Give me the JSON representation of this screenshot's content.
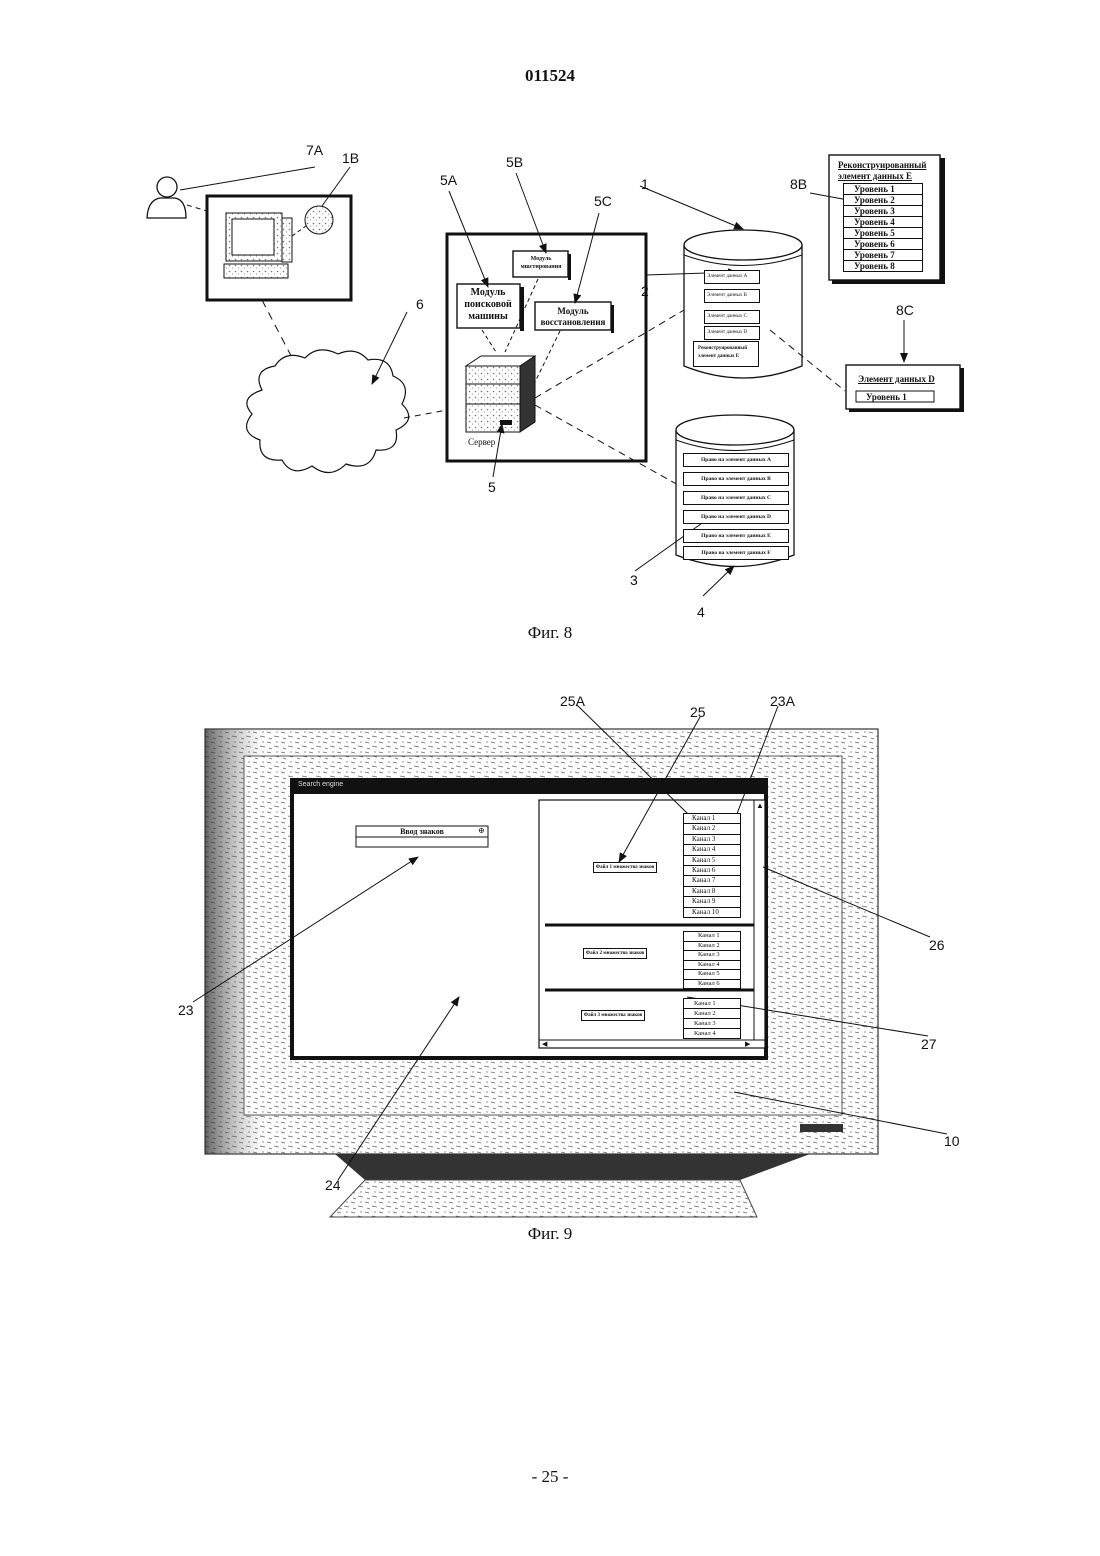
{
  "header": {
    "patent_number": "011524"
  },
  "fig8": {
    "caption": "Фиг. 8",
    "refs": {
      "r7A": "7A",
      "r1B": "1B",
      "r5A": "5A",
      "r5B": "5B",
      "r5C": "5C",
      "r1": "1",
      "r8B": "8B",
      "r2": "2",
      "r6": "6",
      "r8C": "8C",
      "r5": "5",
      "r3": "3",
      "r4": "4"
    },
    "modules": {
      "search": "Модуль поисковой машины",
      "mirror": "Модуль мшстирования",
      "restore": "Модуль восстановления",
      "server": "Сервер"
    },
    "db1_items": [
      "Элемент данных A",
      "Элемент данных B",
      "Элемент данных C",
      "Элемент данных D",
      "Реконструированный элемент данных E"
    ],
    "db2_items": [
      "Право на элемент данных A",
      "Право на элемент данных B",
      "Право на элемент данных C",
      "Право на элемент данных D",
      "Право на элемент данных E",
      "Право на элемент данных F"
    ],
    "reconstructed": {
      "title": "Реконструированный элемент данных E",
      "levels": [
        "Уровень 1",
        "Уровень 2",
        "Уровень 3",
        "Уровень 4",
        "Уровень 5",
        "Уровень 6",
        "Уровень 7",
        "Уровень 8"
      ]
    },
    "element_d": {
      "title": "Элемент данных D",
      "level": "Уровень 1"
    }
  },
  "fig9": {
    "caption": "Фиг. 9",
    "refs": {
      "r25A": "25A",
      "r25": "25",
      "r23A": "23A",
      "r26": "26",
      "r23": "23",
      "r27": "27",
      "r10": "10",
      "r24": "24"
    },
    "window_title": "Search engine",
    "input_label": "Ввод знаков",
    "files": [
      {
        "label": "Файл 1 множества знаков",
        "channels": [
          "Канал 1",
          "Канал 2",
          "Канал 3",
          "Канал 4",
          "Канал 5",
          "Канал 6",
          "Канал 7",
          "Канал 8",
          "Канал 9",
          "Канал 10"
        ]
      },
      {
        "label": "Файл 2 множества знаков",
        "channels": [
          "Канал 1",
          "Канал 2",
          "Канал 3",
          "Канал 4",
          "Канал 5",
          "Канал 6"
        ]
      },
      {
        "label": "Файл 3 множества знаков",
        "channels": [
          "Канал 1",
          "Канал 2",
          "Канал 3",
          "Канал 4"
        ]
      }
    ]
  },
  "footer": {
    "page": "- 25 -"
  }
}
